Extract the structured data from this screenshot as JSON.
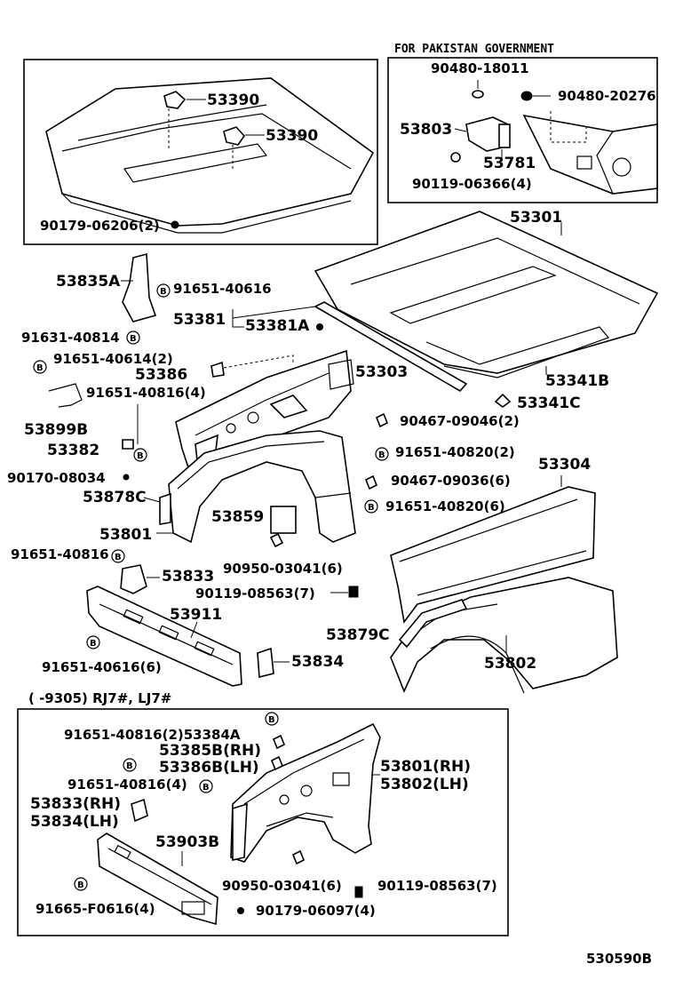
{
  "diagram": {
    "box_a": {
      "labels": [
        "53390",
        "53390",
        "90179-06206(2)"
      ]
    },
    "box_b": {
      "header": "FOR PAKISTAN GOVERNMENT",
      "labels": [
        "90480-18011",
        "90480-20276",
        "53803",
        "53781",
        "90119-06366(4)"
      ]
    },
    "main": {
      "labels": {
        "l53301": "53301",
        "l53835a": "53835A",
        "l91651_40616a": "91651-40616",
        "l53381": "53381",
        "l53381a": "53381A",
        "l91631_40814": "91631-40814",
        "l91651_40614": "91651-40614(2)",
        "l53386": "53386",
        "l53303": "53303",
        "l53341b": "53341B",
        "l91651_40816_4": "91651-40816(4)",
        "l53341c": "53341C",
        "l53899b": "53899B",
        "l90467_09046": "90467-09046(2)",
        "l53382": "53382",
        "l91651_40820_2": "91651-40820(2)",
        "l90170_08034": "90170-08034",
        "l53304": "53304",
        "l90467_09036": "90467-09036(6)",
        "l53878c": "53878C",
        "l91651_40820_6": "91651-40820(6)",
        "l53859": "53859",
        "l53801": "53801",
        "l91651_40816": "91651-40816",
        "l90950_03041_6": "90950-03041(6)",
        "l53833": "53833",
        "l90119_08563_7": "90119-08563(7)",
        "l53911": "53911",
        "l53879c": "53879C",
        "l91651_40616_6": "91651-40616(6)",
        "l53834": "53834",
        "l53802": "53802"
      }
    },
    "box_c": {
      "header": "(     -9305) RJ7#, LJ7#",
      "labels": {
        "a": "91651-40816(2)53384A",
        "b": "53385B(RH)",
        "c": "53386B(LH)",
        "d": "91651-40816(4)",
        "e": "53801(RH)",
        "f": "53802(LH)",
        "g": "53833(RH)",
        "h": "53834(LH)",
        "i": "53903B",
        "j": "90950-03041(6)",
        "k": "90119-08563(7)",
        "l": "91665-F0616(4)",
        "m": "90179-06097(4)"
      }
    },
    "bolt_marker_letter": "B",
    "footer_code": "530590B"
  }
}
